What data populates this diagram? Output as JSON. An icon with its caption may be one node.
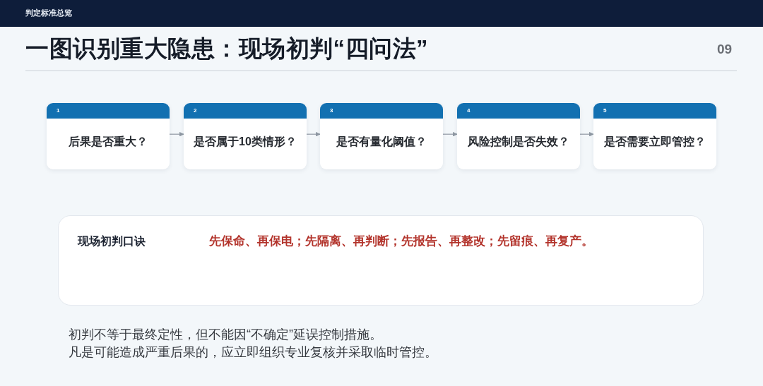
{
  "diagram": {
    "title": "一图识别重大隐患：现场初判“四问法”",
    "nodes": [
      {
        "text": [
          "1",
          "后果是否重大？"
        ]
      },
      {
        "text": [
          "2",
          "是否属于10类情形？"
        ]
      },
      {
        "text": [
          "3",
          "是否有量化阈值？"
        ]
      },
      {
        "text": [
          "4",
          "风险控制是否失效？"
        ]
      },
      {
        "text": [
          "5",
          "是否需要立即管控？"
        ]
      },
      {
        "text": [
          "现场初判口诀",
          "先保命、再保电；先隔离、再判断；先报告、再整改；先留痕、再复产。"
        ]
      }
    ],
    "edges": [
      {
        "from": 0,
        "to": 1,
        "arrow": "to"
      },
      {
        "from": 1,
        "to": 2,
        "arrow": "to"
      },
      {
        "from": 2,
        "to": 3,
        "arrow": "to"
      },
      {
        "from": 3,
        "to": 4,
        "arrow": "to"
      }
    ],
    "labels": [
      "判定标准总览",
      "09",
      "初判不等于最终定性，但不能因“不确定”延误控制措施。",
      "凡是可能造成严重后果的，应立即组织专业复核并采取临时管控。"
    ]
  }
}
